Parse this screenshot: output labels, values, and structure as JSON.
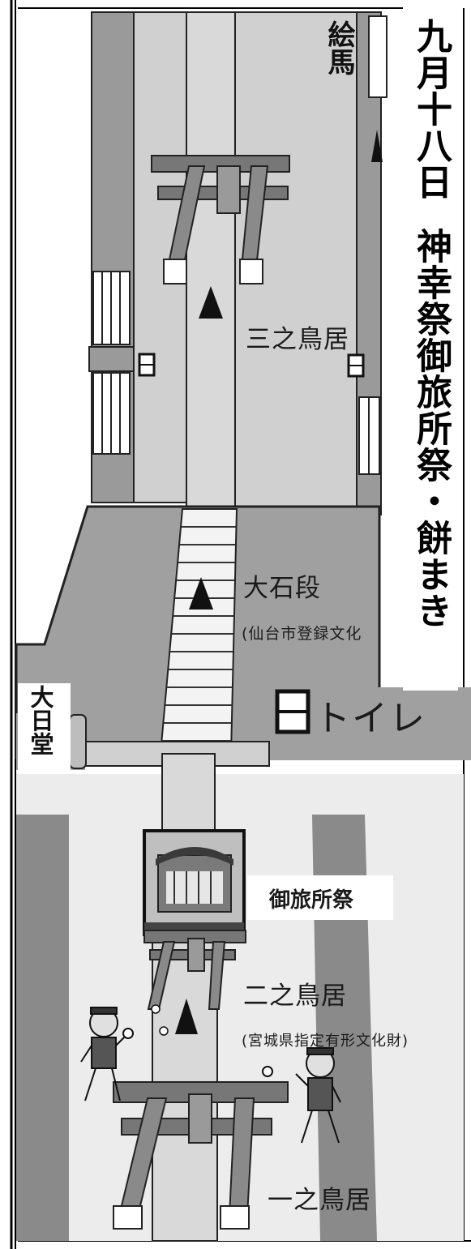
{
  "title": {
    "date": "九月十八日",
    "event": "神幸祭御旅所祭・餅まき"
  },
  "labels": {
    "ema": "絵馬",
    "san_no_torii": "三之鳥居",
    "oishidan": "大石段",
    "oishidan_note": "(仙台市登録文化",
    "toilet": "トイレ",
    "dainichido": "大日堂",
    "otabisho_sai": "御旅所祭",
    "ni_no_torii": "二之鳥居",
    "ni_no_torii_note": "(宮城県指定有形文化財)",
    "ichi_no_torii": "一之鳥居"
  },
  "icons": {
    "direction": "triangle-up-icon",
    "lantern": "lantern-icon",
    "toilet": "toilet-icon",
    "shrine": "mikoshi-shrine-icon",
    "person": "mochi-thrower-icon"
  }
}
